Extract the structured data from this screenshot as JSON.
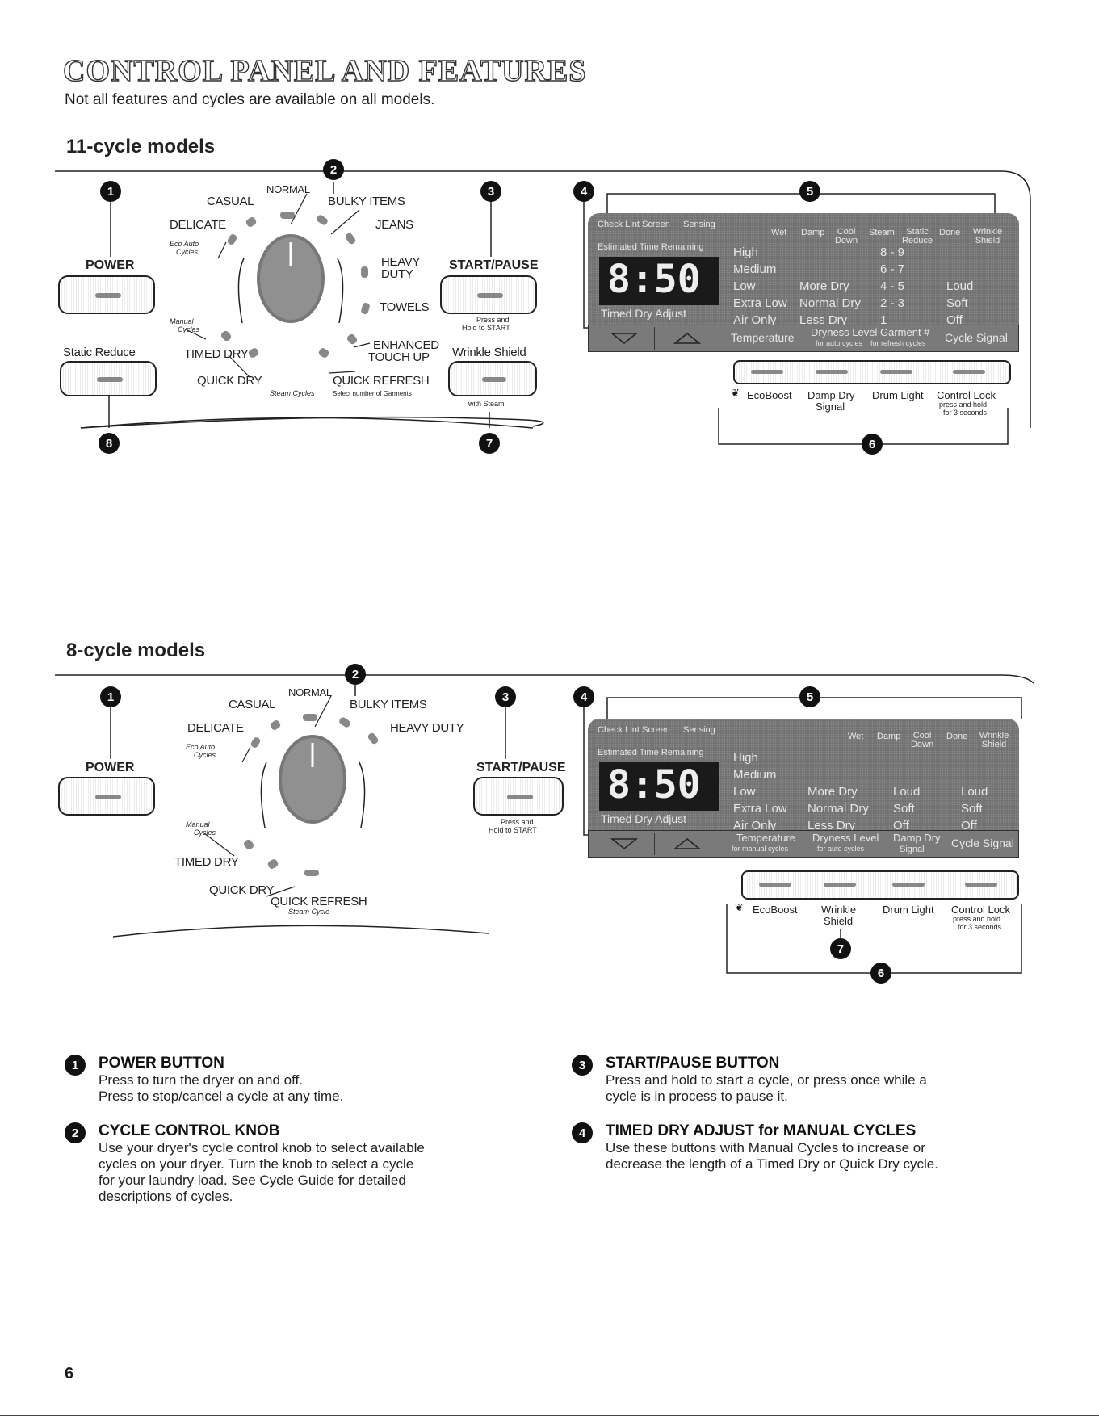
{
  "header": {
    "title": "CONTROL PANEL AND FEATURES",
    "subtitle": "Not all features and cycles are available on all models."
  },
  "sections": {
    "eleven": "11-cycle models",
    "eight": "8-cycle models"
  },
  "badges": {
    "b1": "1",
    "b2": "2",
    "b3": "3",
    "b4": "4",
    "b5": "5",
    "b6": "6",
    "b7": "7",
    "b8": "8"
  },
  "panel11": {
    "power": "POWER",
    "static_reduce": "Static Reduce",
    "start_pause": "START/PAUSE",
    "press_hold_1": "Press and",
    "press_hold_2": "Hold to START",
    "wrinkle_shield": "Wrinkle Shield",
    "with_steam": "with Steam",
    "knob": {
      "normal": "NORMAL",
      "casual": "CASUAL",
      "bulky": "BULKY ITEMS",
      "delicate": "DELICATE",
      "jeans": "JEANS",
      "eco1": "Eco Auto",
      "eco2": "Cycles",
      "heavy1": "HEAVY",
      "heavy2": "DUTY",
      "towels": "TOWELS",
      "manual1": "Manual",
      "manual2": "Cycles",
      "timed_dry": "TIMED DRY",
      "enhanced1": "ENHANCED",
      "enhanced2": "TOUCH UP",
      "quick_dry": "QUICK DRY",
      "quick_refresh": "QUICK REFRESH",
      "steam_cycles": "Steam Cycles",
      "select_garments": "Select number of Garments"
    },
    "display": {
      "check_lint": "Check Lint Screen",
      "sensing": "Sensing",
      "etr": "Estimated Time Remaining",
      "status": [
        "Wet",
        "Damp",
        "Cool Down",
        "Steam",
        "Static Reduce",
        "Done",
        "Wrinkle Shield"
      ],
      "digits": "8:50",
      "col1": [
        "High",
        "Medium",
        "Low",
        "Extra Low",
        "Air Only"
      ],
      "col2": [
        "More Dry",
        "Normal Dry",
        "Less Dry"
      ],
      "col3": [
        "8 - 9",
        "6 - 7",
        "4 - 5",
        "2 - 3",
        "1"
      ],
      "col4": [
        "Loud",
        "Soft",
        "Off"
      ],
      "timed_dry_adjust": "Timed Dry Adjust",
      "temperature": "Temperature",
      "dryness_level": "Dryness Level",
      "dryness_sub": "for auto cycles",
      "garment": "Garment #",
      "garment_sub": "for refresh cycles",
      "cycle_signal": "Cycle Signal"
    },
    "buttons": {
      "ecoboost": "EcoBoost",
      "damp_dry1": "Damp Dry",
      "damp_dry2": "Signal",
      "drum_light": "Drum Light",
      "control_lock": "Control Lock",
      "press_hold": "press and hold",
      "three_sec": "for 3 seconds"
    }
  },
  "panel8": {
    "power": "POWER",
    "start_pause": "START/PAUSE",
    "press_hold_1": "Press and",
    "press_hold_2": "Hold to START",
    "knob": {
      "normal": "NORMAL",
      "casual": "CASUAL",
      "bulky": "BULKY ITEMS",
      "delicate": "DELICATE",
      "heavy": "HEAVY DUTY",
      "eco1": "Eco Auto",
      "eco2": "Cycles",
      "manual1": "Manual",
      "manual2": "Cycles",
      "timed_dry": "TIMED DRY",
      "quick_dry": "QUICK DRY",
      "quick_refresh": "QUICK REFRESH",
      "steam_cycle": "Steam Cycle"
    },
    "display": {
      "check_lint": "Check Lint Screen",
      "sensing": "Sensing",
      "etr": "Estimated Time Remaining",
      "status": [
        "Wet",
        "Damp",
        "Cool Down",
        "Done",
        "Wrinkle Shield"
      ],
      "digits": "8:50",
      "col1": [
        "High",
        "Medium",
        "Low",
        "Extra Low",
        "Air Only"
      ],
      "col2": [
        "More Dry",
        "Normal Dry",
        "Less Dry"
      ],
      "col3": [
        "Loud",
        "Soft",
        "Off"
      ],
      "col4": [
        "Loud",
        "Soft",
        "Off"
      ],
      "timed_dry_adjust": "Timed Dry Adjust",
      "temperature": "Temperature",
      "temp_sub": "for manual cycles",
      "dryness_level": "Dryness Level",
      "dryness_sub": "for auto cycles",
      "damp_dry": "Damp Dry",
      "damp_dry_sub": "Signal",
      "cycle_signal": "Cycle Signal"
    },
    "buttons": {
      "ecoboost": "EcoBoost",
      "wrinkle1": "Wrinkle",
      "wrinkle2": "Shield",
      "drum_light": "Drum Light",
      "control_lock": "Control Lock",
      "press_hold": "press and hold",
      "three_sec": "for 3 seconds"
    }
  },
  "descriptions": [
    {
      "num": "1",
      "title": "POWER BUTTON",
      "lines": [
        "Press to turn the dryer on and off.",
        "Press to stop/cancel a cycle at any time."
      ]
    },
    {
      "num": "2",
      "title": "CYCLE CONTROL KNOB",
      "lines": [
        "Use your dryer's cycle control knob to select available",
        "cycles on your dryer. Turn the knob to select a cycle",
        "for your laundry load. See Cycle Guide for detailed",
        "descriptions of cycles."
      ]
    },
    {
      "num": "3",
      "title": "START/PAUSE BUTTON",
      "lines": [
        "Press and hold to start a cycle, or press once while a",
        "cycle is in process to pause it."
      ]
    },
    {
      "num": "4",
      "title": "TIMED DRY ADJUST for MANUAL CYCLES",
      "lines": [
        "Use these buttons with Manual Cycles to increase or",
        "decrease the length of a Timed Dry or Quick Dry cycle."
      ]
    }
  ],
  "page_number": "6"
}
